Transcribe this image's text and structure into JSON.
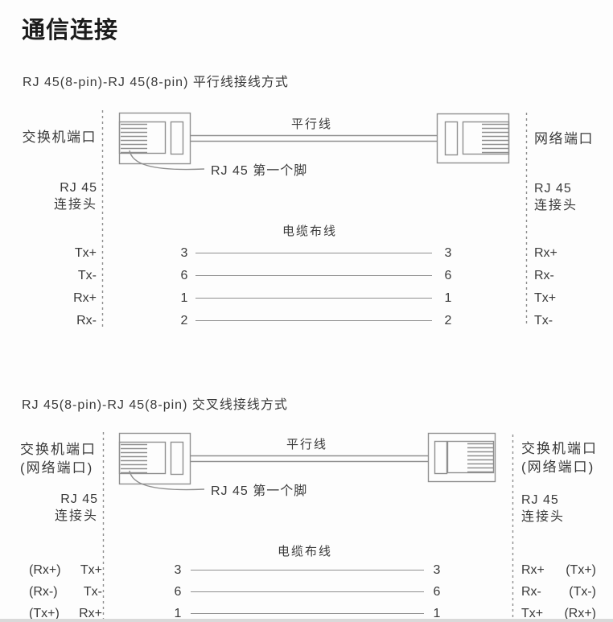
{
  "page": {
    "title": "通信连接"
  },
  "colors": {
    "text": "#3a3a3a",
    "line": "#8f8f8f",
    "background": "#fdfdfd"
  },
  "sections": [
    {
      "heading": "RJ 45(8-pin)-RJ 45(8-pin) 平行线接线方式",
      "left_port_line1": "交换机端口",
      "left_port_line2": "",
      "left_connector_label_line1": "RJ 45",
      "left_connector_label_line2": "连接头",
      "cable_label": "平行线",
      "first_pin_note": "RJ 45 第一个脚",
      "wiring_title": "电缆布线",
      "right_port_line1": "网络端口",
      "right_port_line2": "",
      "right_connector_label_line1": "RJ 45",
      "right_connector_label_line2": "连接头",
      "pins": [
        {
          "left_signal": "Tx+",
          "left_pin": "3",
          "right_pin": "3",
          "right_signal": "Rx+"
        },
        {
          "left_signal": "Tx-",
          "left_pin": "6",
          "right_pin": "6",
          "right_signal": "Rx-"
        },
        {
          "left_signal": "Rx+",
          "left_pin": "1",
          "right_pin": "1",
          "right_signal": "Tx+"
        },
        {
          "left_signal": "Rx-",
          "left_pin": "2",
          "right_pin": "2",
          "right_signal": "Tx-"
        }
      ]
    },
    {
      "heading": "RJ 45(8-pin)-RJ 45(8-pin) 交叉线接线方式",
      "left_port_line1": "交换机端口",
      "left_port_line2": "(网络端口)",
      "left_connector_label_line1": "RJ 45",
      "left_connector_label_line2": "连接头",
      "cable_label": "平行线",
      "first_pin_note": "RJ 45 第一个脚",
      "wiring_title": "电缆布线",
      "right_port_line1": "交换机端口",
      "right_port_line2": "(网络端口)",
      "right_connector_label_line1": "RJ 45",
      "right_connector_label_line2": "连接头",
      "pins": [
        {
          "left_alt": "(Rx+)",
          "left_signal": "Tx+",
          "left_pin": "3",
          "right_pin": "3",
          "right_signal": "Rx+",
          "right_alt": "(Tx+)"
        },
        {
          "left_alt": "(Rx-)",
          "left_signal": "Tx-",
          "left_pin": "6",
          "right_pin": "6",
          "right_signal": "Rx-",
          "right_alt": "(Tx-)"
        },
        {
          "left_alt": "(Tx+)",
          "left_signal": "Rx+",
          "left_pin": "1",
          "right_pin": "1",
          "right_signal": "Tx+",
          "right_alt": "(Rx+)"
        }
      ]
    }
  ]
}
